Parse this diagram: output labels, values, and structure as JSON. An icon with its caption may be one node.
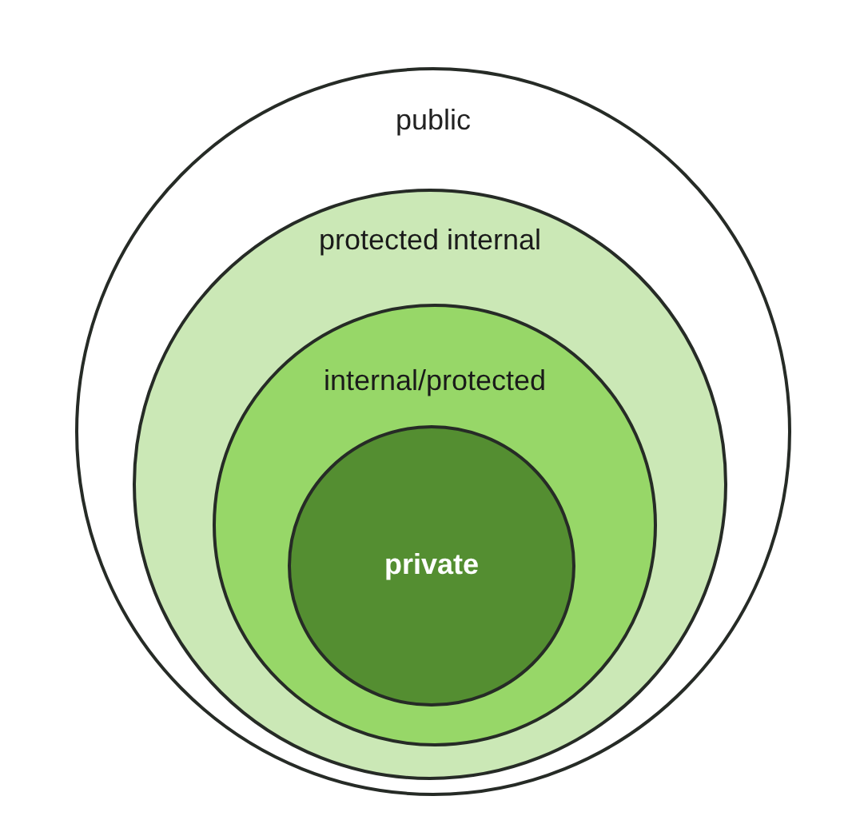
{
  "diagram": {
    "nodes": [
      {
        "text": [
          "public"
        ]
      },
      {
        "text": [
          "protected internal"
        ],
        "in": 0
      },
      {
        "text": [
          "internal/protected"
        ],
        "in": 1
      },
      {
        "text": [
          "private"
        ],
        "in": 2
      }
    ]
  }
}
